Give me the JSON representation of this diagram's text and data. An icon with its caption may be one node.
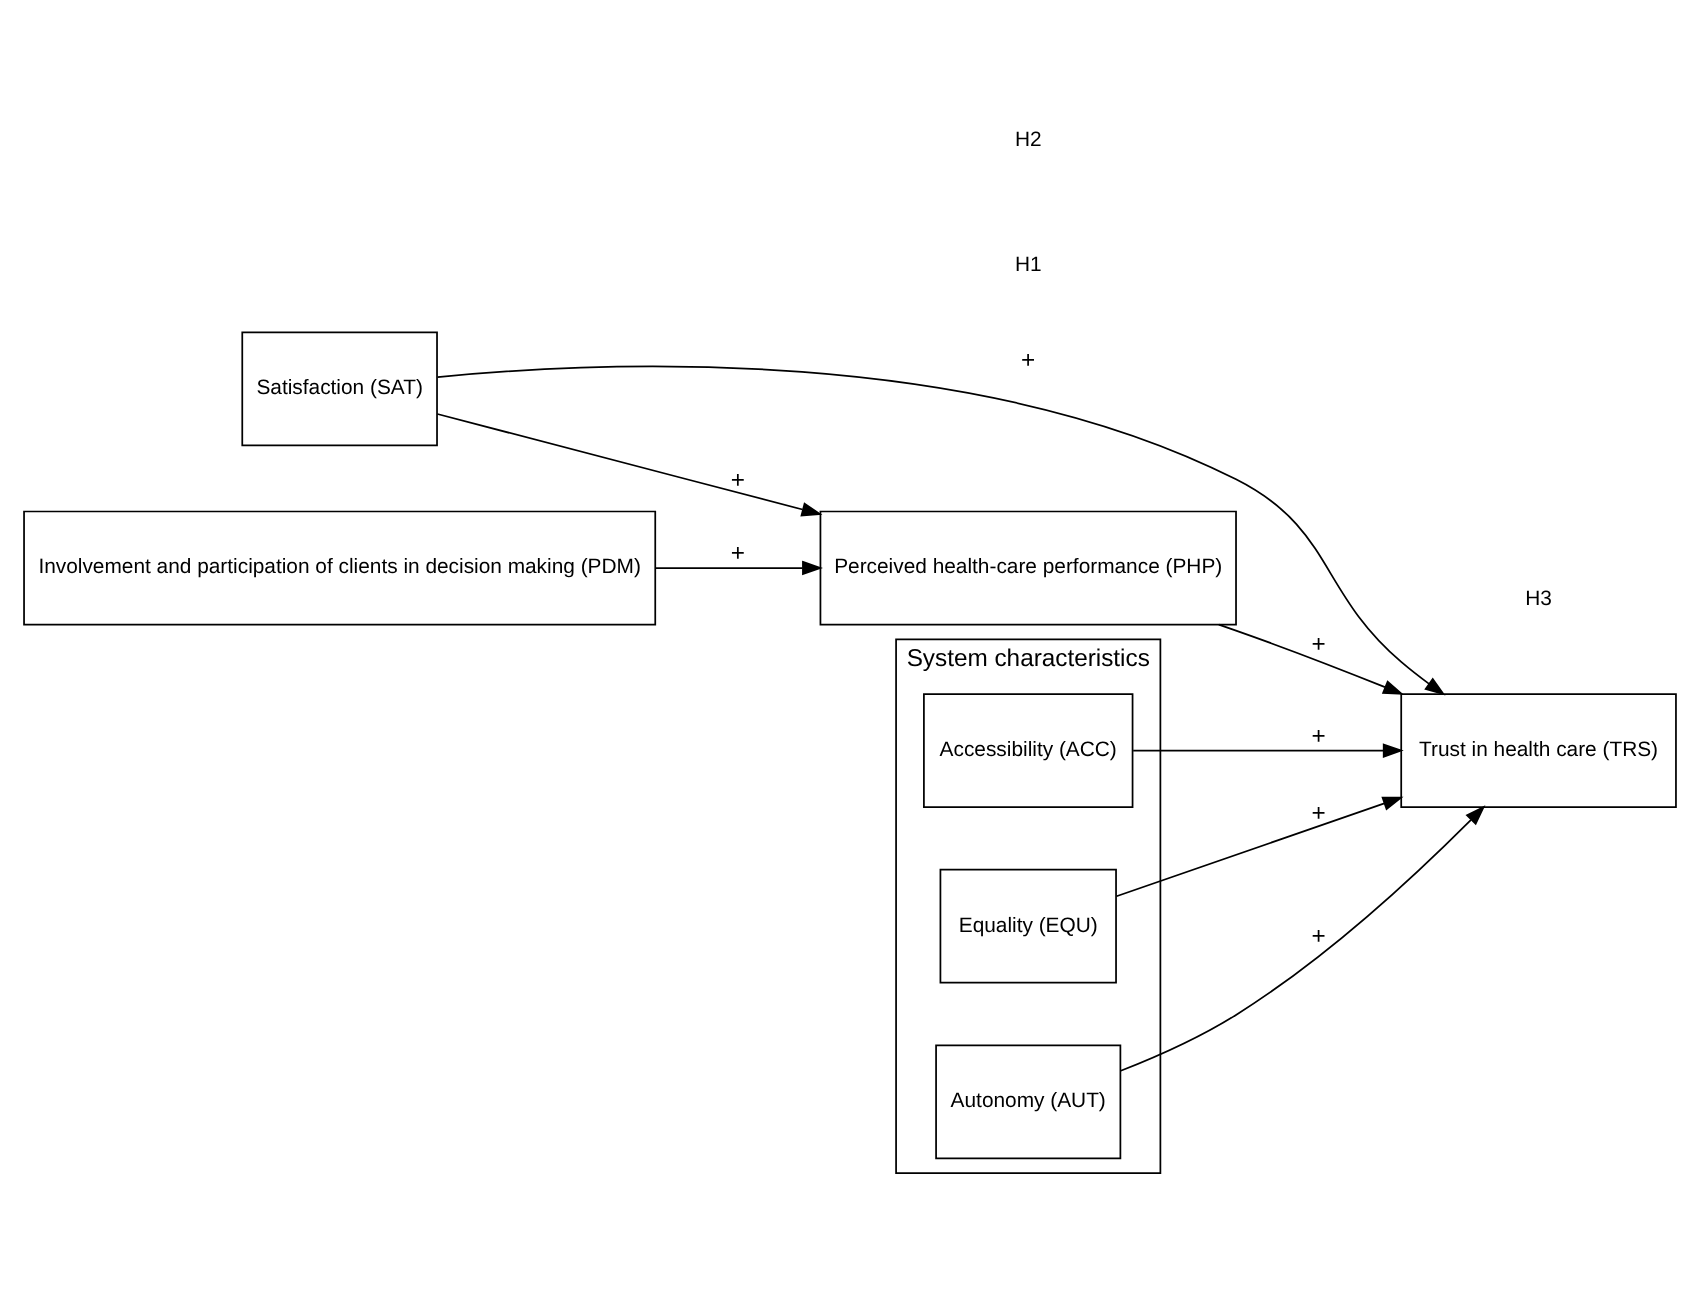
{
  "diagram": {
    "nodes": [
      {
        "text": [
          "Satisfaction (SAT)"
        ]
      },
      {
        "text": [
          "Involvement and participation of clients in decision making (PDM)"
        ]
      },
      {
        "text": [
          "Perceived health-care performance (PHP)"
        ]
      },
      {
        "text": [
          "Trust in health care (TRS)"
        ]
      },
      {
        "text": [
          "System characteristics"
        ]
      },
      {
        "text": [
          "Autonomy (AUT)"
        ],
        "in": 4
      },
      {
        "text": [
          "Accessibility (ACC)"
        ],
        "in": 4
      },
      {
        "text": [
          "Equality (EQU)"
        ],
        "in": 4
      }
    ],
    "edges": [
      {
        "from": 0,
        "to": 3,
        "arrow": "to",
        "label": "+"
      },
      {
        "from": 0,
        "to": 2,
        "arrow": "to",
        "label": "+"
      },
      {
        "from": 1,
        "to": 2,
        "arrow": "to",
        "label": "+"
      },
      {
        "from": 2,
        "to": 3,
        "arrow": "to",
        "label": "+"
      },
      {
        "from": 5,
        "to": 3,
        "arrow": "to",
        "label": "+"
      },
      {
        "from": 6,
        "to": 3,
        "arrow": "to",
        "label": "+"
      },
      {
        "from": 7,
        "to": 3,
        "arrow": "to",
        "label": "+"
      }
    ],
    "labels": [
      "H1",
      "H3",
      "H2"
    ]
  }
}
